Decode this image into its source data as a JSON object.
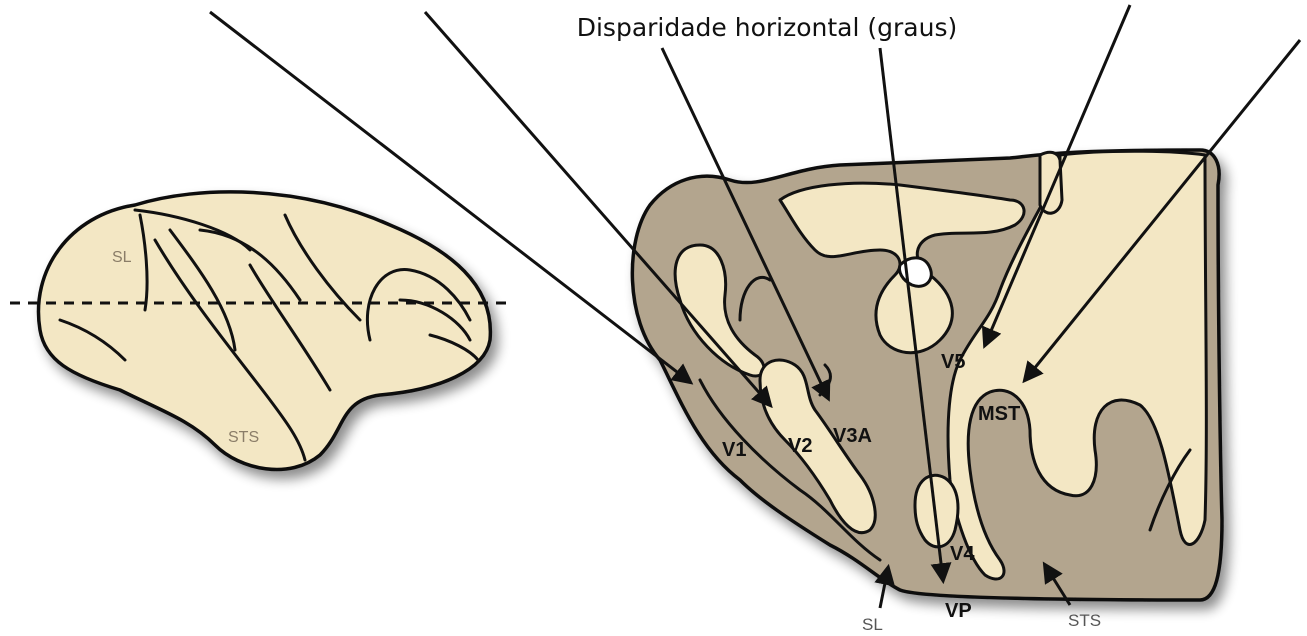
{
  "title": "Disparidade horizontal (graus)",
  "brain_side_view": {
    "labels": [
      "SL",
      "STS"
    ]
  },
  "section_view": {
    "area_labels": [
      "V1",
      "V2",
      "V3A",
      "V5",
      "MST",
      "V4"
    ],
    "bottom_labels": [
      "SL",
      "VP",
      "STS"
    ]
  },
  "colors": {
    "cortex_gray": "#b3a58e",
    "white_matter": "#f3e7c4",
    "outline": "#111111",
    "arrow": "#111111"
  }
}
